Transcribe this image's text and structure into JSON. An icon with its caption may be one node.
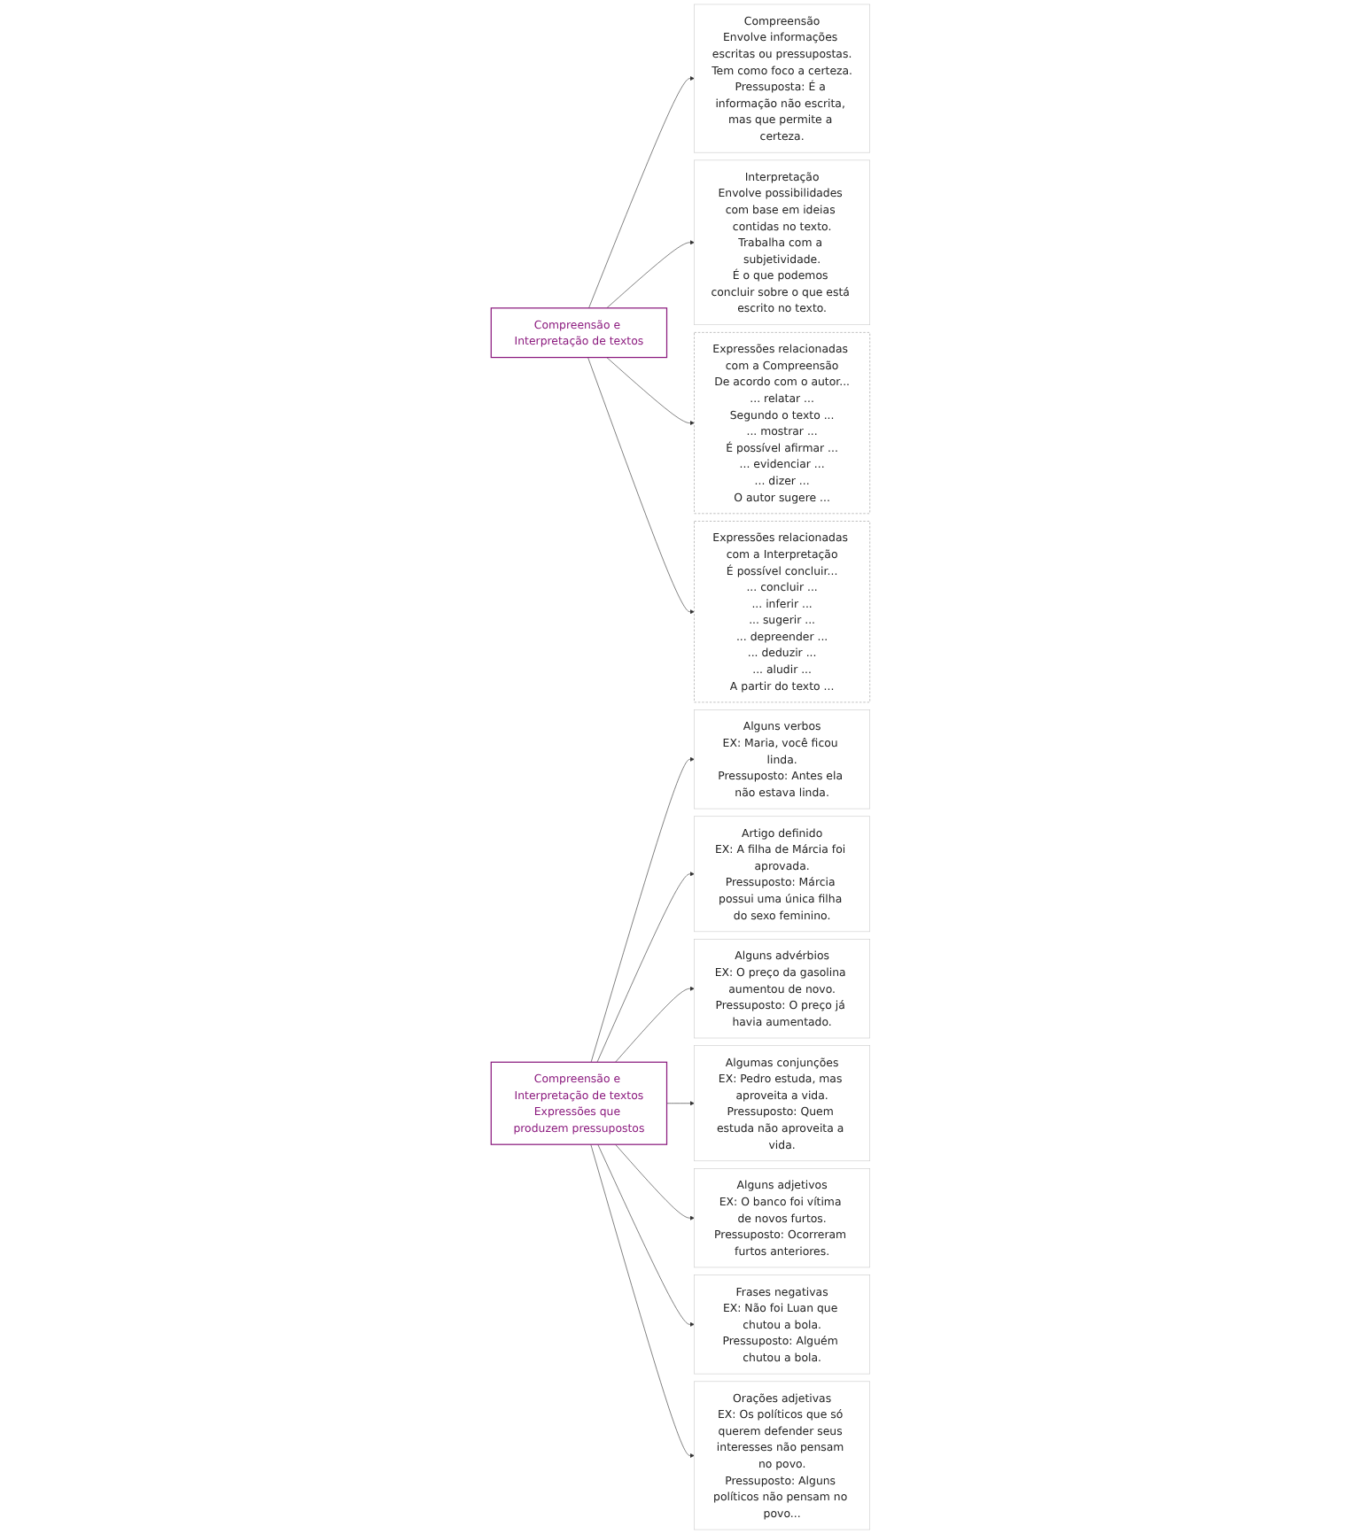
{
  "diagram": {
    "nodes": [
      {
        "text": [
          "Compreensão e Interpretação de textos"
        ]
      },
      {
        "text": [
          "Compreensão",
          "Envolve informações escritas ou pressupostas.",
          "Tem como foco a certeza.",
          "Pressuposta: É a informação não escrita, mas que permite a certeza."
        ]
      },
      {
        "text": [
          "Interpretação",
          "Envolve possibilidades com base em ideias contidas no texto.",
          "Trabalha com a subjetividade.",
          "É o que podemos concluir sobre o que está escrito no texto."
        ]
      },
      {
        "text": [
          "Expressões relacionadas com a Compreensão",
          "De acordo com o autor...",
          "... relatar ...",
          "Segundo o texto ...",
          "... mostrar ...",
          "É possível afirmar ...",
          "... evidenciar ...",
          "... dizer ...",
          "O autor sugere ..."
        ]
      },
      {
        "text": [
          "Expressões relacionadas com a Interpretação",
          "É possível concluir...",
          "... concluir ...",
          "... inferir ...",
          "... sugerir ...",
          "... depreender ...",
          "... deduzir ...",
          "... aludir ...",
          "A partir do texto ..."
        ]
      },
      {
        "text": [
          "Compreensão e Interpretação de textos",
          "Expressões que produzem pressupostos"
        ]
      },
      {
        "text": [
          "Alguns verbos",
          "EX: Maria, você ficou linda.",
          "Pressuposto: Antes ela não estava linda."
        ]
      },
      {
        "text": [
          "Artigo definido",
          "EX: A filha de Márcia foi aprovada.",
          "Pressuposto: Márcia possui uma única filha do sexo feminino."
        ]
      },
      {
        "text": [
          "Alguns advérbios",
          "EX: O preço da gasolina aumentou de novo.",
          "Pressuposto: O preço já havia aumentado."
        ]
      },
      {
        "text": [
          "Algumas conjunções",
          "EX: Pedro estuda, mas aproveita a vida.",
          "Pressuposto: Quem estuda não aproveita a vida."
        ]
      },
      {
        "text": [
          "Alguns adjetivos",
          "EX: O banco foi vítima de novos furtos.",
          "Pressuposto: Ocorreram furtos anteriores."
        ]
      },
      {
        "text": [
          "Frases negativas",
          "EX: Não foi Luan que chutou a bola.",
          "Pressuposto: Alguém chutou a bola."
        ]
      },
      {
        "text": [
          "Orações adjetivas",
          "EX: Os políticos que só querem defender seus interesses não pensam no povo.",
          "Pressuposto: Alguns políticos não pensam no povo..."
        ]
      }
    ],
    "edges": [
      {
        "from": 0,
        "to": 1,
        "arrow": "to"
      },
      {
        "from": 0,
        "to": 2,
        "arrow": "to"
      },
      {
        "from": 0,
        "to": 3,
        "arrow": "to"
      },
      {
        "from": 0,
        "to": 4,
        "arrow": "to"
      },
      {
        "from": 5,
        "to": 6,
        "arrow": "to"
      },
      {
        "from": 5,
        "to": 7,
        "arrow": "to"
      },
      {
        "from": 5,
        "to": 8,
        "arrow": "to"
      },
      {
        "from": 5,
        "to": 9,
        "arrow": "to"
      },
      {
        "from": 5,
        "to": 10,
        "arrow": "to"
      },
      {
        "from": 5,
        "to": 11,
        "arrow": "to"
      },
      {
        "from": 5,
        "to": 12,
        "arrow": "to"
      }
    ]
  }
}
